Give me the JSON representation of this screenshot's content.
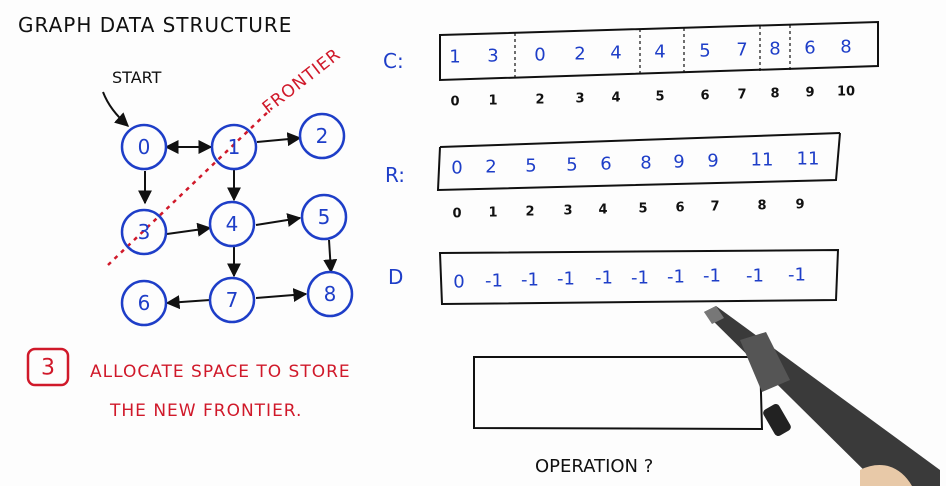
{
  "title": "GRAPH DATA STRUCTURE",
  "start_label": "START",
  "frontier_label": "FRONTIER",
  "colors": {
    "ink": "#111111",
    "blue": "#1e3ec8",
    "red": "#d0192a"
  },
  "nodes": [
    "0",
    "1",
    "2",
    "3",
    "4",
    "5",
    "6",
    "7",
    "8"
  ],
  "arrays": {
    "C": {
      "name": "C:",
      "values": [
        "1",
        "3",
        "0",
        "2",
        "4",
        "4",
        "5",
        "7",
        "8",
        "6",
        "8"
      ],
      "indices": [
        "0",
        "1",
        "2",
        "3",
        "4",
        "5",
        "6",
        "7",
        "8",
        "9",
        "10"
      ]
    },
    "R": {
      "name": "R:",
      "values": [
        "0",
        "2",
        "5",
        "5",
        "6",
        "8",
        "9",
        "9",
        "11",
        "11"
      ],
      "indices": [
        "0",
        "1",
        "2",
        "3",
        "4",
        "5",
        "6",
        "7",
        "8",
        "9"
      ]
    },
    "D": {
      "name": "D",
      "values": [
        "0",
        "-1",
        "-1",
        "-1",
        "-1",
        "-1",
        "-1",
        "-1",
        "-1",
        "-1"
      ]
    }
  },
  "note": {
    "number": "3",
    "line1": "ALLOCATE SPACE TO STORE",
    "line2": "THE NEW FRONTIER."
  },
  "operation_label": "OPERATION ?"
}
